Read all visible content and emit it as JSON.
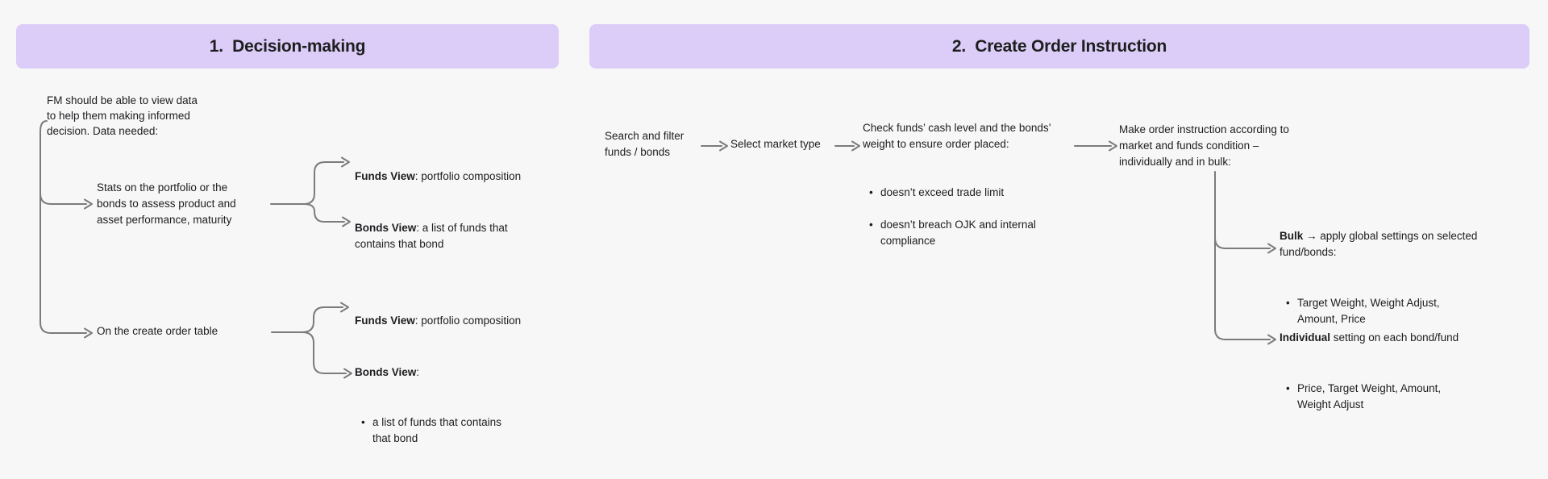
{
  "colors": {
    "background": "#F7F7F8",
    "header_fill": "#DBCDF8",
    "header_text": "#1E1E1E",
    "body_text": "#1D1D1F",
    "connector": "#7B7B7B"
  },
  "sections": [
    {
      "header": "1.  Decision-making",
      "nodes": {
        "root": {
          "text": "FM should be able to view data\nto help them making informed\ndecision. Data needed:"
        },
        "stats": {
          "text": "Stats on the portfolio or the\nbonds to assess product and\nasset performance, maturity"
        },
        "funds_view_stats": {
          "bold": "Funds View",
          "rest": ": portfolio composition"
        },
        "bonds_view_stats": {
          "bold": "Bonds View",
          "rest": ": a list of funds that\ncontains that bond"
        },
        "create_order_table": {
          "text": "On the create order table"
        },
        "funds_view_order": {
          "bold": "Funds View",
          "rest": ": portfolio composition"
        },
        "bonds_view_order": {
          "bold": "Bonds View",
          "rest": ":",
          "bullets": [
            "a list of funds that contains\nthat bond"
          ]
        }
      }
    },
    {
      "header": "2.  Create Order Instruction",
      "nodes": {
        "search": {
          "text": "Search and filter\nfunds / bonds"
        },
        "market": {
          "text": "Select market type"
        },
        "check": {
          "text": "Check funds’ cash level and the bonds’\nweight to ensure order placed:",
          "bullets": [
            "doesn’t exceed trade limit",
            "doesn’t breach OJK and internal\ncompliance"
          ]
        },
        "make": {
          "text": "Make order instruction according to\nmarket and funds condition –\nindividually and in bulk:"
        },
        "bulk": {
          "bold": "Bulk",
          "rest": " → apply global settings on selected\nfund/bonds:",
          "bullets": [
            "Target Weight, Weight Adjust,\nAmount, Price"
          ]
        },
        "individual": {
          "bold": "Individual",
          "rest": " setting on each bond/fund",
          "bullets": [
            "Price, Target Weight, Amount,\nWeight Adjust"
          ]
        }
      }
    }
  ]
}
